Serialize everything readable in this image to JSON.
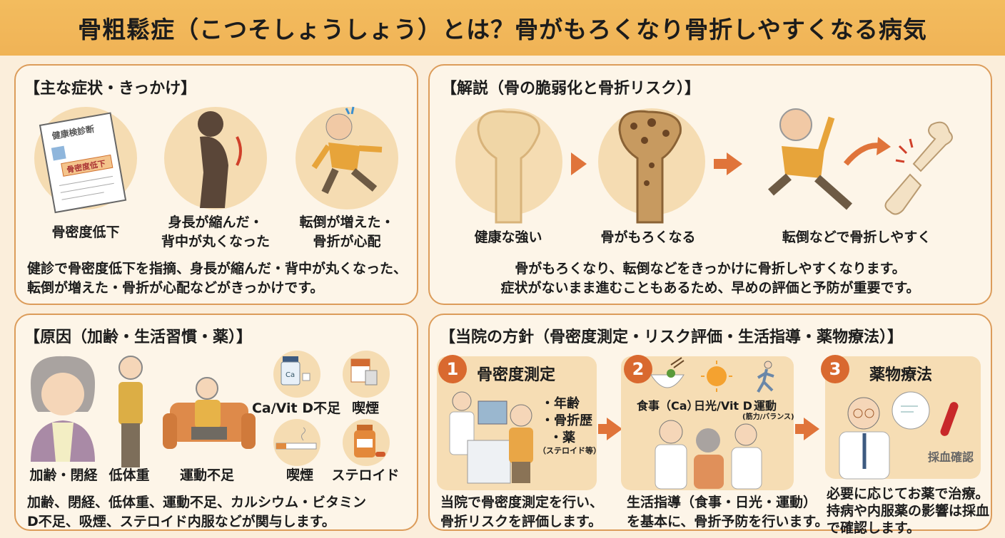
{
  "title": "骨粗鬆症（こつそしょうしょう）とは？骨がもろくなり骨折しやすくなる病気",
  "symptoms": {
    "heading": "【主な症状・きっかけ】",
    "doc_title": "健康検診断",
    "doc_stamp": "骨密度低下",
    "items": [
      {
        "line1": "骨密度低下",
        "line2": ""
      },
      {
        "line1": "身長が縮んだ・",
        "line2": "背中が丸くなった"
      },
      {
        "line1": "転倒が増えた・",
        "line2": "骨折が心配"
      }
    ],
    "desc": [
      "健診で骨密度低下を指摘、身長が縮んだ・背中が丸くなった、",
      "転倒が増えた・骨折が心配などがきっかけです。"
    ]
  },
  "explain": {
    "heading": "【解説（骨の脆弱化と骨折リスク）】",
    "labels": [
      "健康な強い",
      "骨がもろくなる",
      "転倒などで骨折しやすく"
    ],
    "desc": [
      "骨がもろくなり、転倒などをきっかけに骨折しやすくなります。",
      "症状がないまま進むこともあるため、早めの評価と予防が重要です。"
    ]
  },
  "causes": {
    "heading": "【原因（加齢・生活習慣・薬）】",
    "labels": [
      "加齢・閉経",
      "低体重",
      "運動不足",
      "Ca/Vit D不足",
      "喫煙",
      "喫煙",
      "ステロイド"
    ],
    "bottle_label": "Ca",
    "desc": [
      "加齢、閉経、低体重、運動不足、カルシウム・ビタミン",
      "D不足、吸煙、ステロイド内服などが関与します。"
    ]
  },
  "policy": {
    "heading": "【当院の方針（骨密度測定・リスク評価・生活指導・薬物療法）】",
    "steps": [
      {
        "num": "1",
        "title": "骨密度測定",
        "bullets": [
          "・年齢",
          "・骨折歴",
          "・薬"
        ],
        "note": "（ステロイド等）",
        "desc": [
          "当院で骨密度測定を行い、",
          "骨折リスクを評価します。"
        ]
      },
      {
        "num": "2",
        "title": "",
        "icons": [
          "食事（Ca）",
          "日光/Vit D",
          "運動"
        ],
        "note": "(筋力/バランス)",
        "desc": [
          "生活指導（食事・日光・運動）",
          "を基本に、骨折予防を行います。"
        ]
      },
      {
        "num": "3",
        "title": "薬物療法",
        "note": "採血確認",
        "desc": [
          "必要に応じてお薬で治療。",
          "持病や内服薬の影響は採血",
          "で確認します。"
        ]
      }
    ]
  },
  "colors": {
    "accent": "#e0743a",
    "panel_border": "#dc9c5a",
    "title_bg": "#f3bc5e"
  }
}
